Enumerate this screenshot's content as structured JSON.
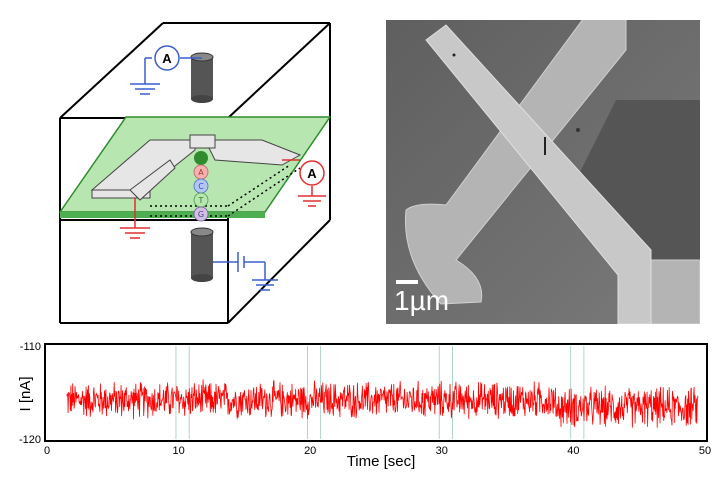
{
  "schematic": {
    "meter_label": "A",
    "base_labels": [
      "A",
      "C",
      "T",
      "G"
    ]
  },
  "sem": {
    "scale_label": "1µm"
  },
  "chart_data": {
    "type": "line",
    "xlabel": "Time [sec]",
    "ylabel": "I [nA]",
    "xlim": [
      0,
      50
    ],
    "ylim": [
      -120,
      -110
    ],
    "x_ticks": [
      "0",
      "10",
      "20",
      "30",
      "40",
      "50"
    ],
    "y_ticks": [
      "-110",
      "-120"
    ],
    "series_color": "#ff0000",
    "signal": {
      "start": 1.5,
      "end": 49.5,
      "segments": [
        {
          "from": 1.5,
          "to": 38.5,
          "center": -115.8,
          "spread": 2.3
        },
        {
          "from": 38.5,
          "to": 49.5,
          "center": -116.6,
          "spread": 2.5
        }
      ]
    }
  }
}
